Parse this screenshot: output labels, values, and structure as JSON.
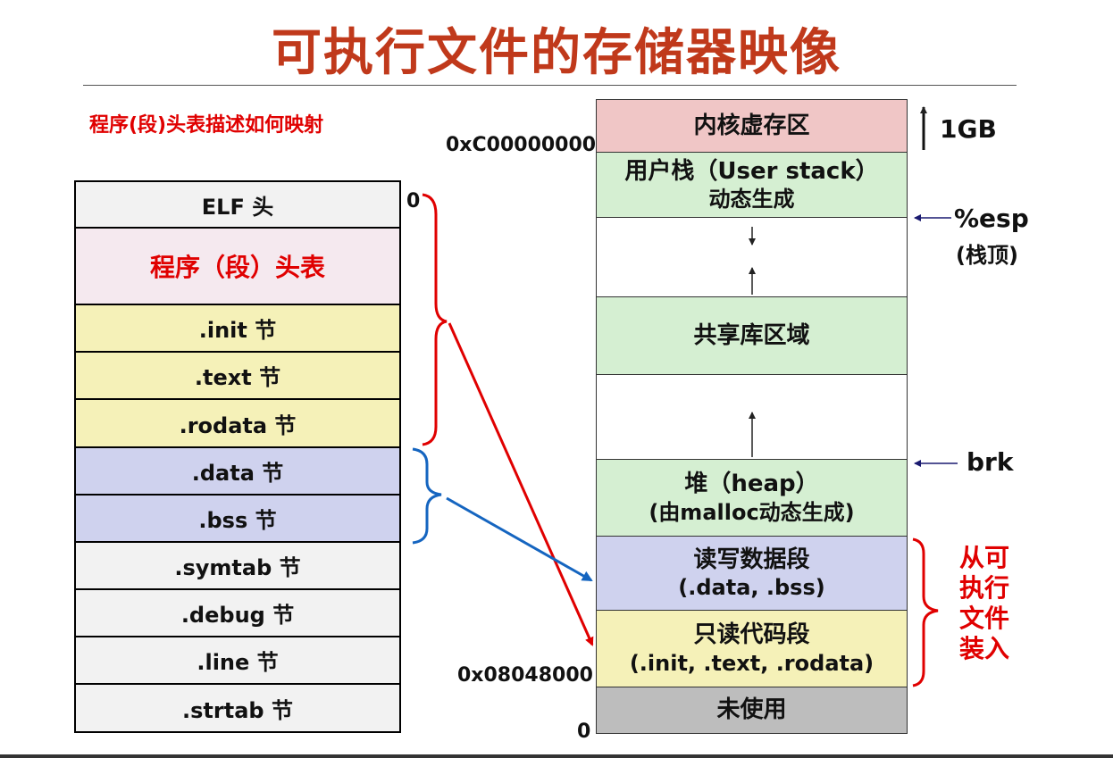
{
  "title": "可执行文件的存储器映像",
  "subtitle": "程序(段)头表描述如何映射",
  "elf_sections": [
    {
      "label": "ELF 头",
      "bg": "#f2f2f2",
      "color": "#111111"
    },
    {
      "label": "程序（段）头表",
      "bg": "#f5e9ef",
      "color": "#e00000"
    },
    {
      "label": ".init 节",
      "bg": "#f5f1b8",
      "color": "#111111"
    },
    {
      "label": ".text 节",
      "bg": "#f5f1b8",
      "color": "#111111"
    },
    {
      "label": ".rodata 节",
      "bg": "#f5f1b8",
      "color": "#111111"
    },
    {
      "label": ".data 节",
      "bg": "#cfd2ee",
      "color": "#111111"
    },
    {
      "label": ".bss 节",
      "bg": "#cfd2ee",
      "color": "#111111"
    },
    {
      "label": ".symtab 节",
      "bg": "#f2f2f2",
      "color": "#111111"
    },
    {
      "label": ".debug 节",
      "bg": "#f2f2f2",
      "color": "#111111"
    },
    {
      "label": ".line 节",
      "bg": "#f2f2f2",
      "color": "#111111"
    },
    {
      "label": ".strtab 节",
      "bg": "#f2f2f2",
      "color": "#111111"
    }
  ],
  "elf_offset_zero": "0",
  "memory_blocks": [
    {
      "line1": "内核虚存区",
      "line2": "",
      "bg": "#f0c6c6"
    },
    {
      "line1": "用户栈（User stack）",
      "line2": "动态生成",
      "bg": "#d5efd2"
    },
    {
      "line1": "",
      "line2": "",
      "bg": "#ffffff"
    },
    {
      "line1": "共享库区域",
      "line2": "",
      "bg": "#d5efd2"
    },
    {
      "line1": "",
      "line2": "",
      "bg": "#ffffff"
    },
    {
      "line1": "堆（heap）",
      "line2": "(由malloc动态生成)",
      "bg": "#d5efd2"
    },
    {
      "line1": "读写数据段",
      "line2": "(.data, .bss)",
      "bg": "#cfd2ee"
    },
    {
      "line1": "只读代码段",
      "line2": "(.init, .text, .rodata)",
      "bg": "#f5f1b8"
    },
    {
      "line1": "未使用",
      "line2": "",
      "bg": "#bdbdbd"
    }
  ],
  "addresses": {
    "kernel_start": "0xC00000000",
    "code_start": "0x08048000",
    "zero": "0"
  },
  "side_labels": {
    "kernel_size": "1GB",
    "esp": "%esp",
    "stack_top": "(栈顶)",
    "brk": "brk",
    "loaded_from_exe": "从可执行文件装入"
  },
  "colors": {
    "title": "#c0391b",
    "red_arrow": "#e00000",
    "blue_arrow": "#1565c0",
    "pointer_arrow": "#1a1a70"
  }
}
